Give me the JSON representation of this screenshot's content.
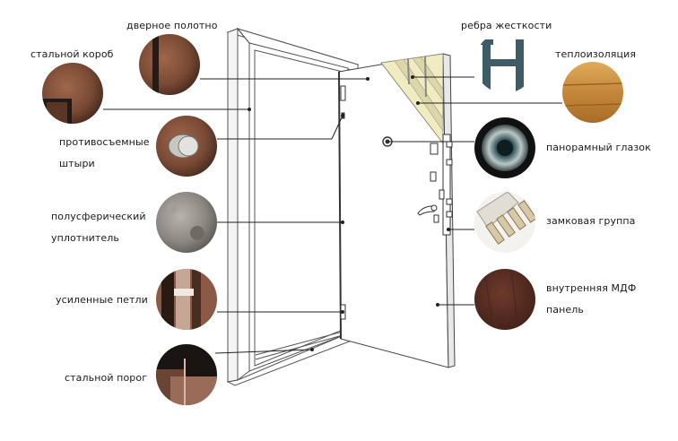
{
  "diagram": {
    "labels": {
      "steel_frame": "стальной короб",
      "door_leaf": "дверное полотно",
      "anti_removal_pins": [
        "противосъемные",
        "штыри"
      ],
      "hemispherical_seal": [
        "полусферический",
        "уплотнитель"
      ],
      "reinforced_hinges": "усиленные петли",
      "steel_threshold": "стальной порог",
      "stiffening_ribs": "ребра жесткости",
      "insulation": "теплоизоляция",
      "panoramic_peephole": "панорамный глазок",
      "lock_group": "замковая группа",
      "inner_mdf_panel": [
        "внутренняя МДФ",
        "панель"
      ]
    },
    "colors": {
      "line": "#222222",
      "frame_stroke": "#555555",
      "insulation": "#f1ecc0",
      "rib": "#3f5b67",
      "wood": "#c58a3c",
      "mdf": "#5a2d22",
      "copper": "#7a4a35"
    }
  }
}
